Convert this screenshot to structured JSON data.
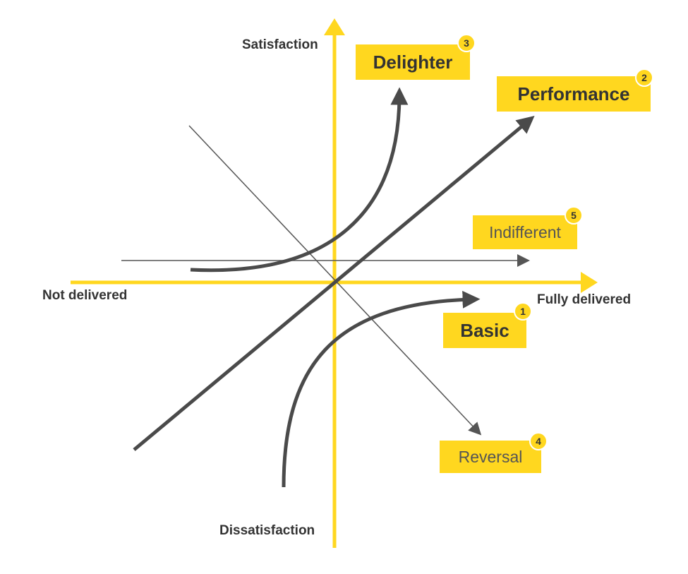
{
  "colors": {
    "accent": "#FFD71F",
    "curve": "#4A4A4A",
    "thin_line": "#555555",
    "text": "#333333"
  },
  "axes": {
    "y_top": "Satisfaction",
    "y_bottom": "Dissatisfaction",
    "x_left": "Not delivered",
    "x_right": "Fully delivered"
  },
  "categories": [
    {
      "key": "basic",
      "label": "Basic",
      "number": "1"
    },
    {
      "key": "performance",
      "label": "Performance",
      "number": "2"
    },
    {
      "key": "delighter",
      "label": "Delighter",
      "number": "3"
    },
    {
      "key": "reversal",
      "label": "Reversal",
      "number": "4"
    },
    {
      "key": "indifferent",
      "label": "Indifferent",
      "number": "5"
    }
  ]
}
